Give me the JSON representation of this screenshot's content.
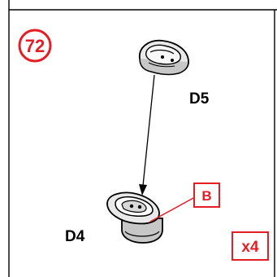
{
  "step": {
    "number": "72"
  },
  "parts": [
    {
      "id": "D5",
      "label": "D5"
    },
    {
      "id": "D4",
      "label": "D4"
    }
  ],
  "callout": {
    "label": "B"
  },
  "quantity": {
    "label": "x4"
  },
  "colors": {
    "accent": "#e31e24",
    "line": "#000000",
    "part_fill": "#e9e9e9",
    "part_shadow": "#c7c7c7",
    "background": "#ffffff"
  }
}
